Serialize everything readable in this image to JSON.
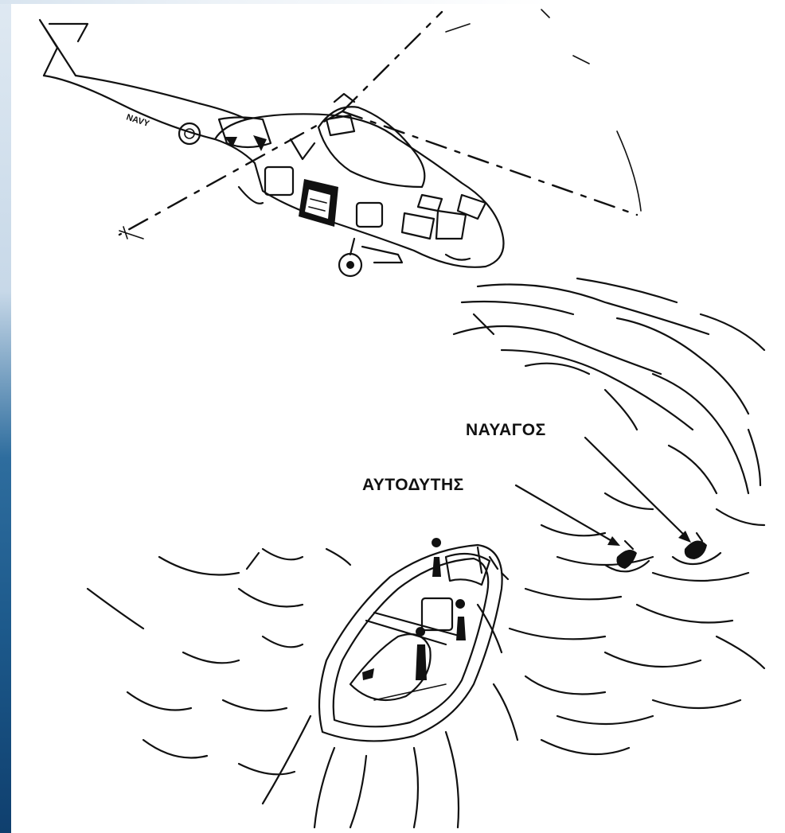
{
  "labels": {
    "survivor": "ΝΑΥΑΓΟΣ",
    "diver": "ΑΥΤΟΔΥΤΗΣ"
  },
  "helicopter": {
    "marking": "NAVY"
  },
  "colors": {
    "ink": "#111111",
    "background": "#ffffff",
    "sea_edge": "#1d5a8c"
  }
}
